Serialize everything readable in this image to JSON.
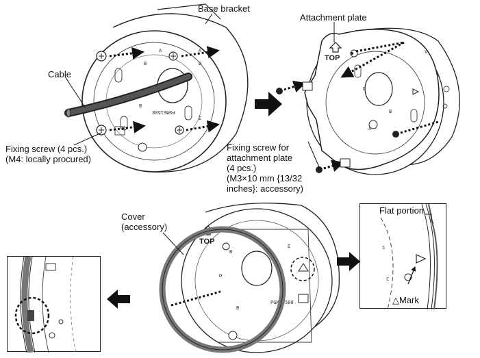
{
  "labels": {
    "base_bracket": "Base bracket",
    "attachment_plate": "Attachment plate",
    "cable": "Cable",
    "fixing_screw": [
      "Fixing screw (4 pcs.)",
      "(M4: locally procured)"
    ],
    "fixing_screw_plate": [
      "Fixing screw for",
      "attachment plate",
      "(4 pcs.)",
      "(M3×10 mm {13/32",
      "inches}: accessory)"
    ],
    "cover": [
      "Cover",
      "(accessory)"
    ],
    "flat_portion": "Flat portion",
    "mark": "△Mark",
    "top_mark": "TOP",
    "model_code": "PGME1588"
  }
}
